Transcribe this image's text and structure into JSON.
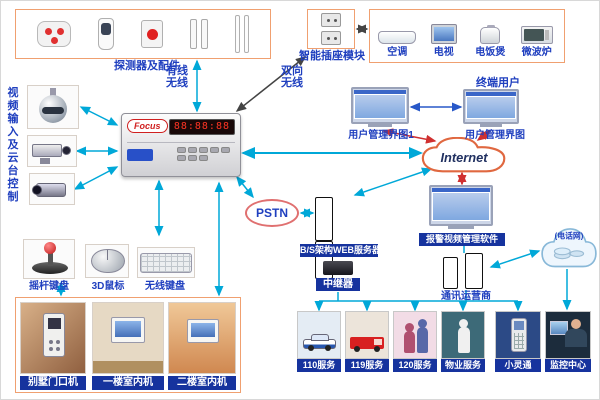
{
  "colors": {
    "label_blue": "#1f3fbf",
    "arrow_cyan": "#00a8d8",
    "arrow_red": "#d03030",
    "strip_blue": "#16339e",
    "group_border": "#f0a070",
    "led_red": "#ff3524",
    "cloud_border": "#e06840"
  },
  "detectors": {
    "label": "探测器及配件",
    "icons": [
      "ceiling-siren",
      "pir-sensor",
      "panic-button",
      "door-contact",
      "window-contact"
    ]
  },
  "link_labels": {
    "wired": "有线\n无线",
    "two_way": "双向\n无线"
  },
  "socket_module": {
    "label": "智能插座模块"
  },
  "appliances": {
    "items": [
      {
        "label": "空调"
      },
      {
        "label": "电视"
      },
      {
        "label": "电饭煲"
      },
      {
        "label": "微波炉"
      }
    ]
  },
  "terminal_user": {
    "label": "终端用户",
    "screen1_label": "用户管理界图1",
    "screen2_label": "用户管理界图"
  },
  "video_input": {
    "label": "视频输入及云台控制"
  },
  "main_unit": {
    "brand": "Focus",
    "display": "88:88:88"
  },
  "internet": {
    "label": "Internet"
  },
  "pstn": {
    "label": "PSTN"
  },
  "input_devices": {
    "items": [
      {
        "label": "摇杆键盘"
      },
      {
        "label": "3D鼠标"
      },
      {
        "label": "无线键盘"
      }
    ]
  },
  "intercom": {
    "items": [
      {
        "label": "别墅门口机"
      },
      {
        "label": "一楼室内机"
      },
      {
        "label": "二楼室内机"
      }
    ]
  },
  "web_server": {
    "label": "B/S架构WEB服务器"
  },
  "repeater": {
    "label": "中继器"
  },
  "alarm_software": {
    "label": "报警视频管理软件"
  },
  "telecom": {
    "label": "通讯运营商"
  },
  "phone_network": {
    "label": "(电话网)"
  },
  "services": {
    "items": [
      {
        "label": "110服务"
      },
      {
        "label": "119服务"
      },
      {
        "label": "120服务"
      },
      {
        "label": "物业服务"
      }
    ]
  },
  "endpoints": {
    "items": [
      {
        "label": "小灵通"
      },
      {
        "label": "监控中心"
      }
    ]
  }
}
